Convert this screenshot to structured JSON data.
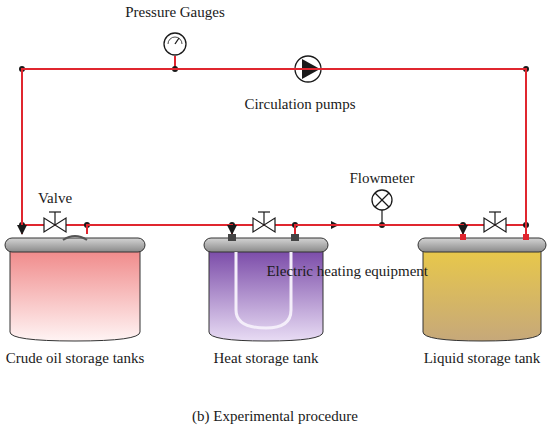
{
  "diagram": {
    "caption": "(b) Experimental procedure",
    "nodes": [
      {
        "text": [
          "Crude oil storage tanks"
        ]
      },
      {
        "text": [
          "Heat storage tank"
        ]
      },
      {
        "text": [
          "Liquid storage tank"
        ]
      }
    ],
    "edges": [
      {
        "from": 0,
        "to": 1,
        "arrow": "to"
      },
      {
        "from": 1,
        "to": 2,
        "arrow": "to"
      },
      {
        "from": 2,
        "to": 0,
        "arrow": "to"
      }
    ],
    "labels": [
      "Pressure Gauges",
      "Circulation pumps",
      "Valve",
      "Flowmeter",
      "Electric heating equipment"
    ]
  }
}
